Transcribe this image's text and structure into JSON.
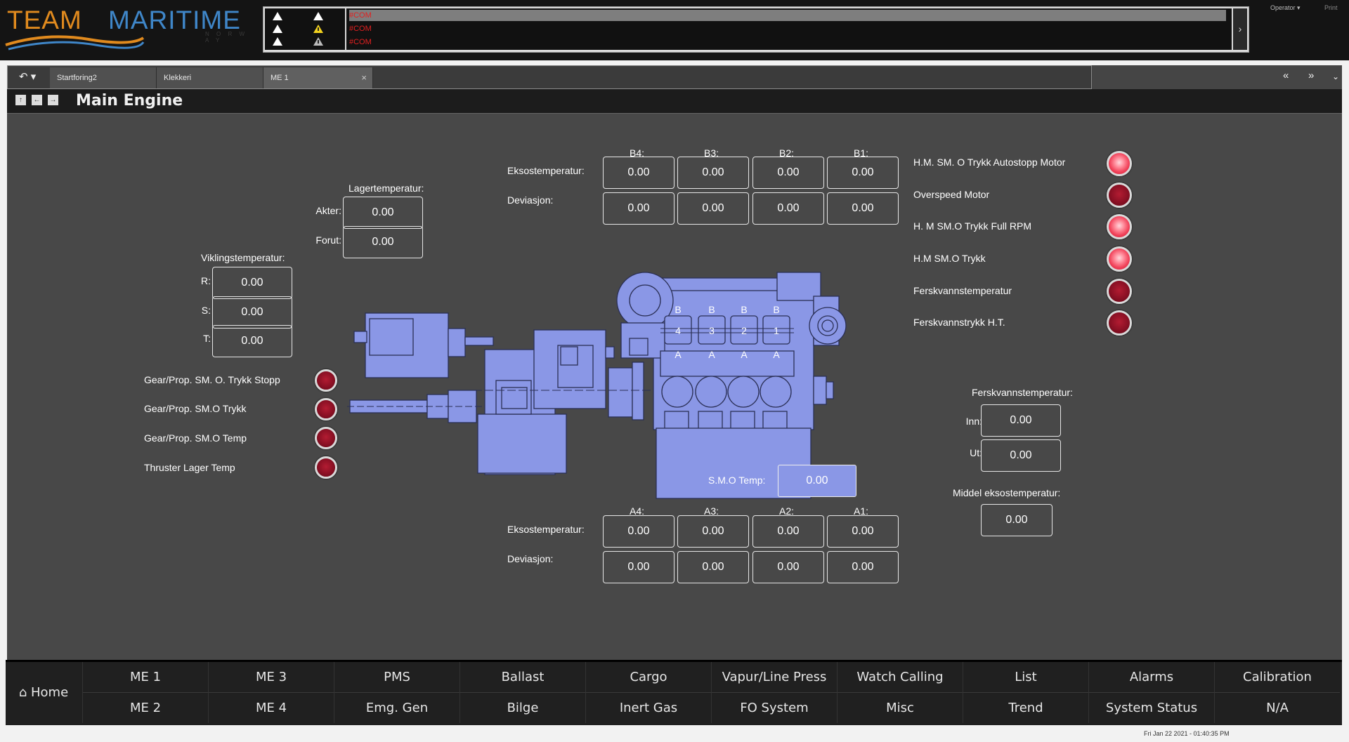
{
  "header": {
    "logo": {
      "word1": "TEAM",
      "word2": "MARITIME",
      "tagline": "N O R W A Y"
    },
    "alarm_rows": [
      "#COM",
      "#COM",
      "#COM"
    ],
    "operator": "Operator",
    "print": "Print"
  },
  "tabs": [
    {
      "label": "Startforing2"
    },
    {
      "label": "Klekkeri"
    },
    {
      "label": "ME 1",
      "close": "×"
    }
  ],
  "page": {
    "title": "Main Engine"
  },
  "bearing": {
    "heading": "Lagertemperatur:",
    "aft_label": "Akter:",
    "aft_value": "0.00",
    "fwd_label": "Forut:",
    "fwd_value": "0.00"
  },
  "winding": {
    "heading": "Viklingstemperatur:",
    "r_label": "R:",
    "r_value": "0.00",
    "s_label": "S:",
    "s_value": "0.00",
    "t_label": "T:",
    "t_value": "0.00"
  },
  "gear_lamps": [
    {
      "label": "Gear/Prop. SM. O. Trykk Stopp",
      "state": "off"
    },
    {
      "label": "Gear/Prop. SM.O Trykk",
      "state": "off"
    },
    {
      "label": "Gear/Prop. SM.O Temp",
      "state": "off"
    },
    {
      "label": "Thruster Lager Temp",
      "state": "off"
    }
  ],
  "bank_b": {
    "cylinders": [
      "B4:",
      "B3:",
      "B2:",
      "B1:"
    ],
    "exhaust_label": "Eksostemperatur:",
    "exhaust_values": [
      "0.00",
      "0.00",
      "0.00",
      "0.00"
    ],
    "deviation_label": "Deviasjon:",
    "deviation_values": [
      "0.00",
      "0.00",
      "0.00",
      "0.00"
    ]
  },
  "bank_a": {
    "cylinders": [
      "A4:",
      "A3:",
      "A2:",
      "A1:"
    ],
    "exhaust_label": "Eksostemperatur:",
    "exhaust_values": [
      "0.00",
      "0.00",
      "0.00",
      "0.00"
    ],
    "deviation_label": "Deviasjon:",
    "deviation_values": [
      "0.00",
      "0.00",
      "0.00",
      "0.00"
    ]
  },
  "engine_diagram": {
    "top_letters": [
      "B",
      "B",
      "B",
      "B"
    ],
    "numbers": [
      "4",
      "3",
      "2",
      "1"
    ],
    "bottom_letters": [
      "A",
      "A",
      "A",
      "A"
    ],
    "smo_label": "S.M.O Temp:",
    "smo_value": "0.00",
    "fill_color": "#8a97e6"
  },
  "engine_lamps": [
    {
      "label": "H.M. SM. O Trykk Autostopp Motor",
      "state": "on"
    },
    {
      "label": "Overspeed Motor",
      "state": "off"
    },
    {
      "label": "H. M SM.O Trykk Full RPM",
      "state": "on"
    },
    {
      "label": "H.M SM.O Trykk",
      "state": "on"
    },
    {
      "label": "Ferskvannstemperatur",
      "state": "off"
    },
    {
      "label": "Ferskvannstrykk H.T.",
      "state": "off"
    }
  ],
  "freshwater": {
    "heading": "Ferskvannstemperatur:",
    "in_label": "Inn:",
    "in_value": "0.00",
    "out_label": "Ut:",
    "out_value": "0.00"
  },
  "mean_exhaust": {
    "heading": "Middel eksostemperatur:",
    "value": "0.00"
  },
  "bottom_nav": {
    "home": "Home",
    "columns": [
      {
        "top": "ME 1",
        "bottom": "ME 2"
      },
      {
        "top": "ME 3",
        "bottom": "ME 4"
      },
      {
        "top": "PMS",
        "bottom": "Emg. Gen"
      },
      {
        "top": "Ballast",
        "bottom": "Bilge"
      },
      {
        "top": "Cargo",
        "bottom": "Inert Gas"
      },
      {
        "top": "Vapur/Line Press",
        "bottom": "FO System"
      },
      {
        "top": "Watch Calling",
        "bottom": "Misc"
      },
      {
        "top": "List",
        "bottom": "Trend"
      },
      {
        "top": "Alarms",
        "bottom": "System Status"
      },
      {
        "top": "Calibration",
        "bottom": "N/A"
      }
    ]
  },
  "footer": {
    "clock": "Fri Jan 22 2021 - 01:40:35 PM"
  },
  "colors": {
    "lamp_on": "#f04058",
    "lamp_off": "#8a1024",
    "panel_bg": "#484848",
    "accent_orange": "#e08a1e",
    "accent_blue": "#3f86c8"
  }
}
